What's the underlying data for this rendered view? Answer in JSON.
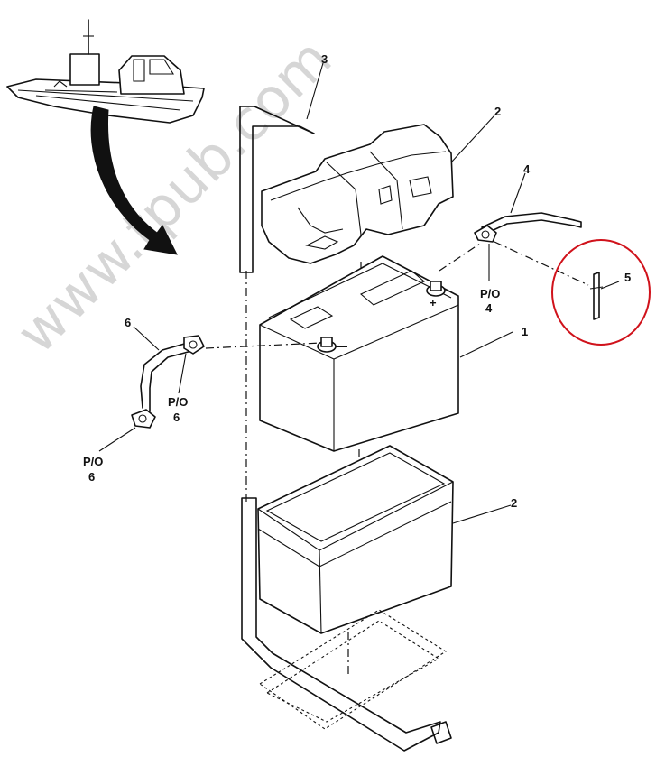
{
  "watermark": "www.tpub.com",
  "callouts": {
    "battery": "1",
    "cover": "2",
    "tray": "2",
    "strap": "3",
    "positive_cable": "4",
    "nut": "5",
    "negative_cable": "6",
    "po4_a": "P/O",
    "po4_b": "4",
    "po6_upper_a": "P/O",
    "po6_upper_b": "6",
    "po6_lower_a": "P/O",
    "po6_lower_b": "6"
  },
  "terminal_marks": {
    "positive": "+",
    "negative": "—"
  },
  "highlight_color": "#d0121b"
}
